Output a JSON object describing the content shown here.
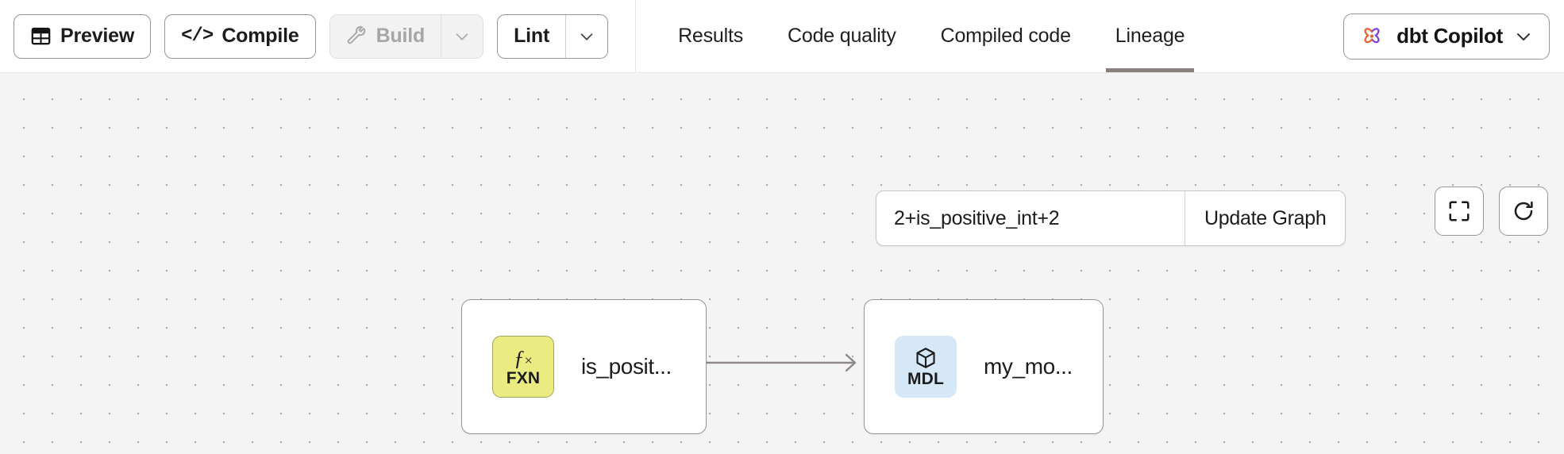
{
  "header": {
    "toolbar": {
      "preview": {
        "label": "Preview",
        "icon": "table-icon",
        "disabled": false
      },
      "compile": {
        "label": "Compile",
        "icon": "code-icon",
        "disabled": false
      },
      "build": {
        "label": "Build",
        "icon": "wrench-icon",
        "disabled": true,
        "caret": "chevron-down-icon"
      },
      "lint": {
        "label": "Lint",
        "disabled": false,
        "caret": "chevron-down-icon"
      }
    },
    "tabs": [
      {
        "label": "Results",
        "active": false
      },
      {
        "label": "Code quality",
        "active": false
      },
      {
        "label": "Compiled code",
        "active": false
      },
      {
        "label": "Lineage",
        "active": true
      }
    ],
    "copilot": {
      "label": "dbt Copilot",
      "icon": "dbt-copilot-star-icon",
      "caret": "chevron-down-icon"
    }
  },
  "canvas": {
    "selector": {
      "value": "2+is_positive_int+2",
      "placeholder": "Enter graph selector",
      "button_label": "Update Graph"
    },
    "controls": [
      {
        "name": "fit-view-button",
        "icon": "fit-view-icon"
      },
      {
        "name": "reset-view-button",
        "icon": "refresh-icon"
      }
    ],
    "graph": {
      "nodes": [
        {
          "id": "is_positive_int",
          "title": "is_posit...",
          "badge_top": "fx",
          "badge_label": "FXN",
          "type": "function"
        },
        {
          "id": "my_model",
          "title": "my_mo...",
          "badge_top": "cube",
          "badge_label": "MDL",
          "type": "model"
        }
      ],
      "edges": [
        {
          "from": "is_positive_int",
          "to": "my_model"
        }
      ]
    }
  },
  "colors": {
    "fxn_badge": "#eaeb80",
    "mdl_badge": "#d6e7f7",
    "canvas_bg": "#f4f4f4",
    "active_tab_underline": "#8a817e",
    "copilot_orange": "#e8622c",
    "copilot_purple": "#7b3fe4"
  }
}
